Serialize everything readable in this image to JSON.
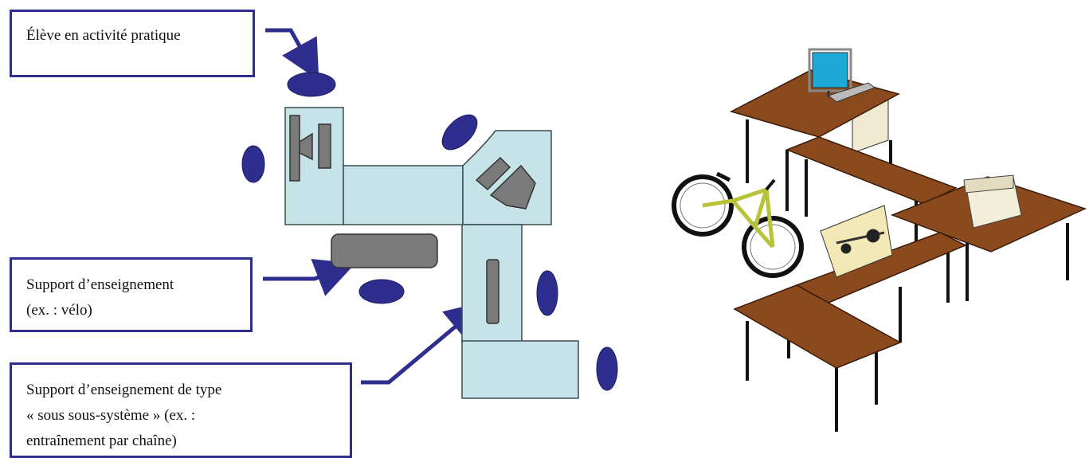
{
  "labels": {
    "student": [
      "Élève en activité pratique"
    ],
    "support": [
      "Support d’enseignement",
      "(ex. : vélo)"
    ],
    "subsystem": [
      "Support d’enseignement de type",
      "« sous sous-système » (ex. :",
      "entraînement par chaîne)"
    ]
  },
  "colors": {
    "callout_border": "#2e2e8f",
    "student_marker": "#2e2e8f",
    "table_top_plan": "#c6e4e8",
    "equipment_plan": "#7a7a7a",
    "table_top_3d": "#8b4a1e",
    "table_legs_3d": "#111111"
  },
  "icons": [
    "arrow-icon",
    "bicycle-icon",
    "computer-icon",
    "chain-drive-icon",
    "box-icon"
  ]
}
